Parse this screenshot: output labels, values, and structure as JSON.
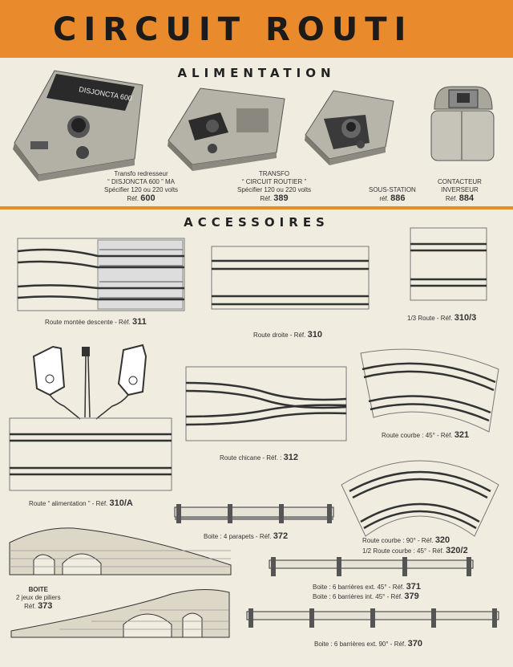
{
  "header": {
    "title": "CIRCUIT ROUTI"
  },
  "sections": {
    "alimentation": "ALIMENTATION",
    "accessoires": "ACCESSOIRES"
  },
  "alimentation": [
    {
      "name": "Transfo redresseur",
      "line2": "“ DISJONCTA 600 ” MA",
      "line3": "Spécifier 120 ou 220 volts",
      "ref_label": "Réf.",
      "ref": "600",
      "plate": "DISJONCTA 600"
    },
    {
      "name": "TRANSFO",
      "line2": "“ CIRCUIT ROUTIER ”",
      "line3": "Spécifier 120 ou 220 volts",
      "ref_label": "Réf.",
      "ref": "389"
    },
    {
      "name": "SOUS-STATION",
      "line2": "",
      "line3": "",
      "ref_label": "réf.",
      "ref": "886"
    },
    {
      "name": "CONTACTEUR",
      "line2": "INVERSEUR",
      "line3": "",
      "ref_label": "Réf.",
      "ref": "884"
    }
  ],
  "accessoires": [
    {
      "label": "Route montée descente - Réf.",
      "ref": "311"
    },
    {
      "label": "Route droite - Réf.",
      "ref": "310"
    },
    {
      "label": "1/3 Route - Réf.",
      "ref": "310/3"
    },
    {
      "label": "Route courbe : 45° - Réf.",
      "ref": "321"
    },
    {
      "label": "Route chicane - Réf. :",
      "ref": "312"
    },
    {
      "label": "Route “ alimentation ” - Réf.",
      "ref": "310/A"
    },
    {
      "label": "Boite : 4 parapets - Réf.",
      "ref": "372"
    },
    {
      "label": "Route courbe : 90° - Réf.",
      "ref": "320"
    },
    {
      "label": "1/2 Route courbe : 45° - Réf.",
      "ref": "320/2"
    },
    {
      "label": "Boite : 6 barrières ext. 45° - Réf.",
      "ref": "371"
    },
    {
      "label": "Boite : 6 barrières int. 45° - Réf.",
      "ref": "379"
    },
    {
      "label": "Boite : 6 barrières ext. 90° - Réf.",
      "ref": "370"
    }
  ],
  "piliers": {
    "title": "BOITE",
    "line2": "2 jeux de piliers",
    "ref_label": "Réf.",
    "ref": "373"
  },
  "colors": {
    "accent": "#e98a2c",
    "paper": "#f1ece0",
    "ink": "#222222"
  }
}
